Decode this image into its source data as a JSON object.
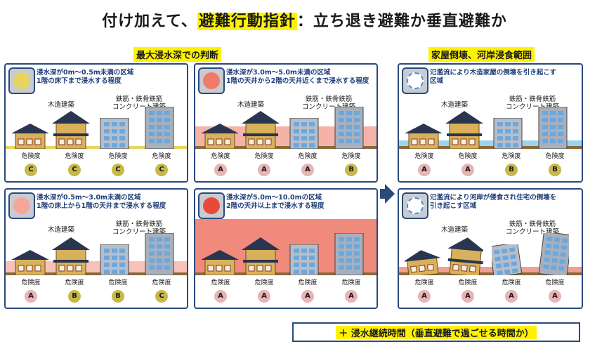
{
  "title": {
    "prefix": "付け加えて、",
    "highlight": "避難行動指針",
    "suffix": "：立ち退き避難か垂直避難か"
  },
  "left_section_label": "最大浸水深での判断",
  "right_section_label": "家屋倒壊、河岸浸食範囲",
  "risk_word": "危険度",
  "cards": [
    {
      "desc": "浸水深が0m～0.5m未満の区域\n1階の床下まで浸水する程度",
      "wood": "木造建築",
      "concrete": "鉄筋・鉄骨鉄筋\nコンクリート建築",
      "risks": [
        "C",
        "C",
        "C",
        "C"
      ],
      "dot_color": "#e8d560"
    },
    {
      "desc": "浸水深が3.0m～5.0m未満の区域\n1階の天井から2階の天井近くまで浸水する程度",
      "wood": "木造建築",
      "concrete": "鉄筋・鉄骨鉄筋\nコンクリート建築",
      "risks": [
        "A",
        "A",
        "A",
        "B"
      ],
      "dot_color": "#f07a6a"
    },
    {
      "desc": "浸水深が0.5m～3.0m未満の区域\n1階の床上から1階の天井まで浸水する程度",
      "wood": "木造建築",
      "concrete": "鉄筋・鉄骨鉄筋\nコンクリート建築",
      "risks": [
        "A",
        "B",
        "B",
        "C"
      ],
      "dot_color": "#f5a59a"
    },
    {
      "desc": "浸水深が5.0m～10.0mの区域\n2階の天井以上まで浸水する程度",
      "wood": "木造建築",
      "concrete": "鉄筋・鉄骨鉄筋\nコンクリート建築",
      "risks": [
        "A",
        "A",
        "A",
        "A"
      ],
      "dot_color": "#e84a3a"
    },
    {
      "desc": "氾濫流により木造家屋の倒壊を引き起こす\n区域",
      "wood": "木造建築",
      "concrete": "鉄筋・鉄骨鉄筋\nコンクリート建築",
      "risks": [
        "A",
        "A",
        "B",
        "B"
      ],
      "dot_color": "#ffffff"
    },
    {
      "desc": "氾濫流により河岸が侵食され住宅の倒壊を\n引き起こす区域",
      "wood": "木造建築",
      "concrete": "鉄筋・鉄骨鉄筋\nコンクリート建築",
      "risks": [
        "A",
        "A",
        "A",
        "A"
      ],
      "dot_color": "#ffffff"
    }
  ],
  "footer": "＋ 浸水継続時間（垂直避難で過ごせる時間か）"
}
